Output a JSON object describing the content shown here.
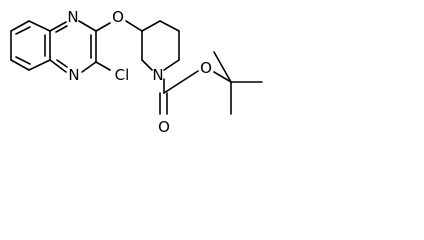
{
  "atoms": {
    "n_quinoxaline_top": "N",
    "n_quinoxaline_bottom": "N",
    "chlorine": "Cl",
    "ether_oxygen": "O",
    "piperidine_nitrogen": "N",
    "carbonyl_oxygen": "O",
    "ester_oxygen": "O"
  },
  "colors": {
    "bond": "#000000",
    "label": "#000000",
    "background": "#ffffff"
  }
}
